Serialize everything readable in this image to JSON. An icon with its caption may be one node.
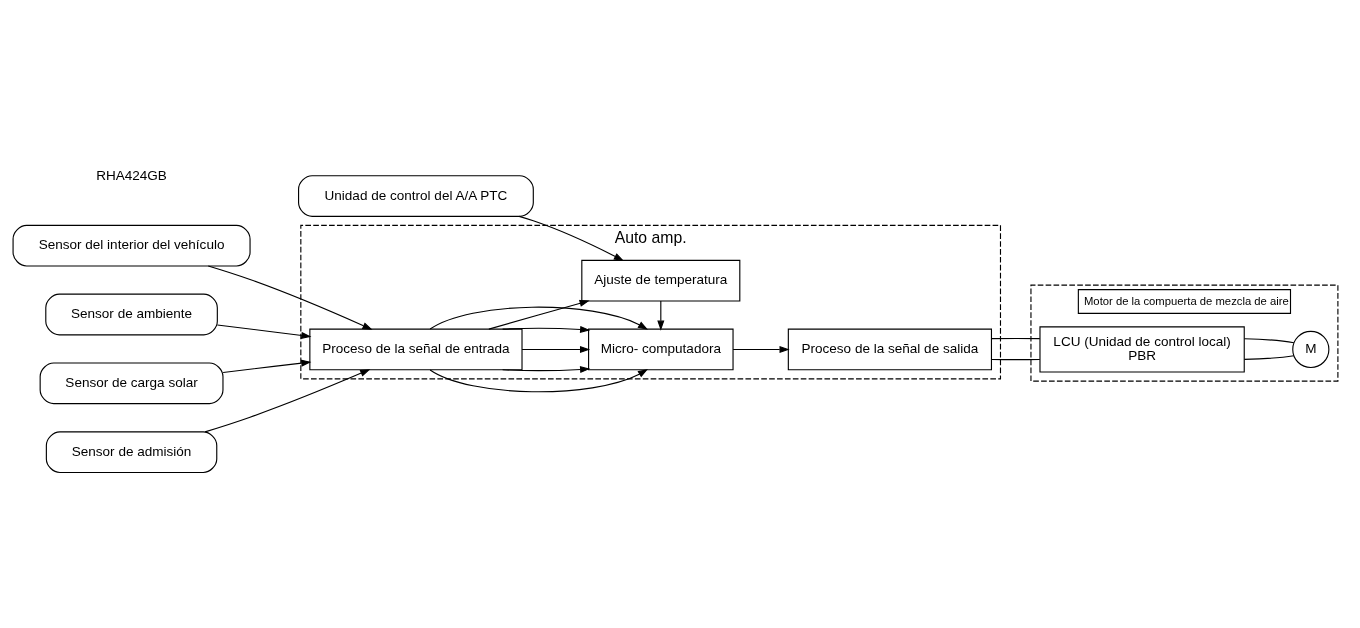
{
  "diagram": {
    "nodes": [
      {
        "text": [
          "Auto amp."
        ]
      },
      {
        "text": [
          "Sensor del interior del vehículo"
        ]
      },
      {
        "text": [
          "Sensor de ambiente"
        ]
      },
      {
        "text": [
          "Sensor de carga solar"
        ]
      },
      {
        "text": [
          "Sensor de admisión"
        ]
      },
      {
        "text": [
          "Unidad de control del A/A PTC"
        ]
      },
      {
        "text": [
          "Proceso de la señal de entrada"
        ],
        "in": 0
      },
      {
        "text": [
          "Micro- computadora"
        ],
        "in": 0
      },
      {
        "text": [
          "Proceso de la señal de salida"
        ],
        "in": 0
      },
      {
        "text": [
          "Ajuste de temperatura"
        ],
        "in": 0
      },
      {
        "text": [
          "Motor de la compuerta de mezcla de aire"
        ]
      },
      {
        "text": [
          "LCU (Unidad de control local)",
          "PBR"
        ],
        "in": 10
      },
      {
        "text": [
          "M"
        ],
        "in": 10
      }
    ],
    "edges": [
      {
        "from": 1,
        "to": 6,
        "arrow": "to"
      },
      {
        "from": 2,
        "to": 6,
        "arrow": "to"
      },
      {
        "from": 3,
        "to": 6,
        "arrow": "to"
      },
      {
        "from": 4,
        "to": 6,
        "arrow": "to"
      },
      {
        "from": 6,
        "to": 7,
        "arrow": "to"
      },
      {
        "from": 6,
        "to": 7,
        "arrow": "to"
      },
      {
        "from": 6,
        "to": 7,
        "arrow": "to"
      },
      {
        "from": 6,
        "to": 7,
        "arrow": "to"
      },
      {
        "from": 6,
        "to": 7,
        "arrow": "to"
      },
      {
        "from": 6,
        "to": 9,
        "arrow": "to"
      },
      {
        "from": 5,
        "to": 9,
        "arrow": "to"
      },
      {
        "from": 9,
        "to": 7,
        "arrow": "to"
      },
      {
        "from": 7,
        "to": 8,
        "arrow": "to"
      },
      {
        "from": 8,
        "to": 11,
        "arrow": "none"
      },
      {
        "from": 8,
        "to": 11,
        "arrow": "none"
      },
      {
        "from": 11,
        "to": 12,
        "arrow": "none"
      },
      {
        "from": 11,
        "to": 12,
        "arrow": "none"
      }
    ],
    "labels": [
      "RHA424GB"
    ]
  }
}
